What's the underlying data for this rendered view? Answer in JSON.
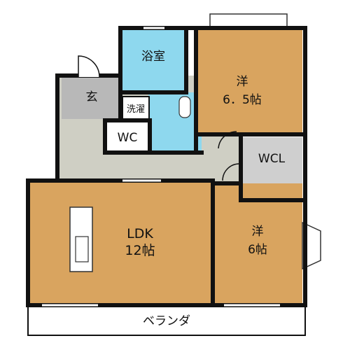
{
  "rooms": {
    "bath": {
      "label": "浴室"
    },
    "western1": {
      "label": "洋",
      "size": "6．5帖"
    },
    "entrance": {
      "label": "玄"
    },
    "laundry": {
      "label": "洗濯"
    },
    "toilet": {
      "label": "WC"
    },
    "closet": {
      "label": "WCL"
    },
    "ldk": {
      "label": "LDK",
      "size": "12帖"
    },
    "western2": {
      "label": "洋",
      "size": "6帖"
    },
    "veranda": {
      "label": "ベランダ"
    }
  },
  "colors": {
    "wall": "#111111",
    "room": "#d9a45f",
    "bath": "#8ed8ee",
    "corridor": "#cfcfc4",
    "closet": "#cfcfcf",
    "entrance": "#b8b8b8",
    "veranda": "#ffffff"
  }
}
